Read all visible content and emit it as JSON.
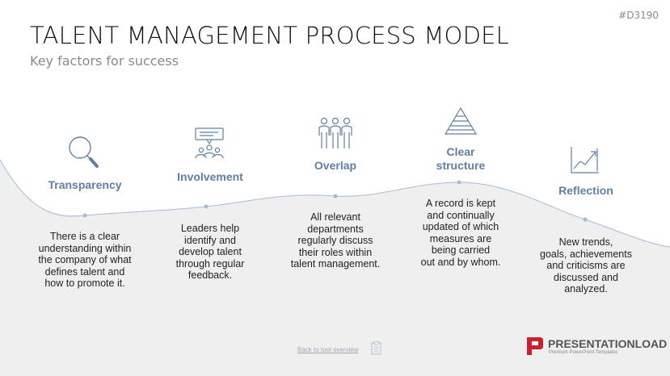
{
  "header": {
    "code": "#D3190",
    "title": "TALENT MANAGEMENT PROCESS MODEL",
    "subtitle": "Key factors for success"
  },
  "steps": [
    {
      "heading": "Transparency",
      "icon": "magnifier-icon",
      "lines": [
        "There is a clear",
        "understanding within",
        "the company of what",
        "defines talent and",
        "how to promote it."
      ]
    },
    {
      "heading": "Involvement",
      "icon": "group-meeting-icon",
      "lines": [
        "Leaders help",
        "identify and",
        "develop talent",
        "through regular",
        "feedback."
      ]
    },
    {
      "heading": "Overlap",
      "icon": "people-icon",
      "lines": [
        "All relevant",
        "departments",
        "regularly discuss",
        "their roles within",
        "talent management."
      ]
    },
    {
      "heading_lines": [
        "Clear",
        "structure"
      ],
      "icon": "pyramid-icon",
      "lines": [
        "A record is kept",
        "and continually",
        "updated of which",
        "measures are",
        "being carried",
        "out and by whom."
      ]
    },
    {
      "heading": "Reflection",
      "icon": "trend-chart-icon",
      "lines": [
        "New trends,",
        "goals, achievements",
        "and criticisms are",
        "discussed and",
        "analyzed."
      ]
    }
  ],
  "footer": {
    "back_link": "Back to tool overview",
    "logo_bold": "PRESENTATION",
    "logo_light": "LOAD",
    "logo_tagline": "Premium PowerPoint Templates"
  },
  "colors": {
    "accent": "#5e7fa6",
    "wave_fill": "#efefef",
    "logo_red": "#c8202f"
  }
}
